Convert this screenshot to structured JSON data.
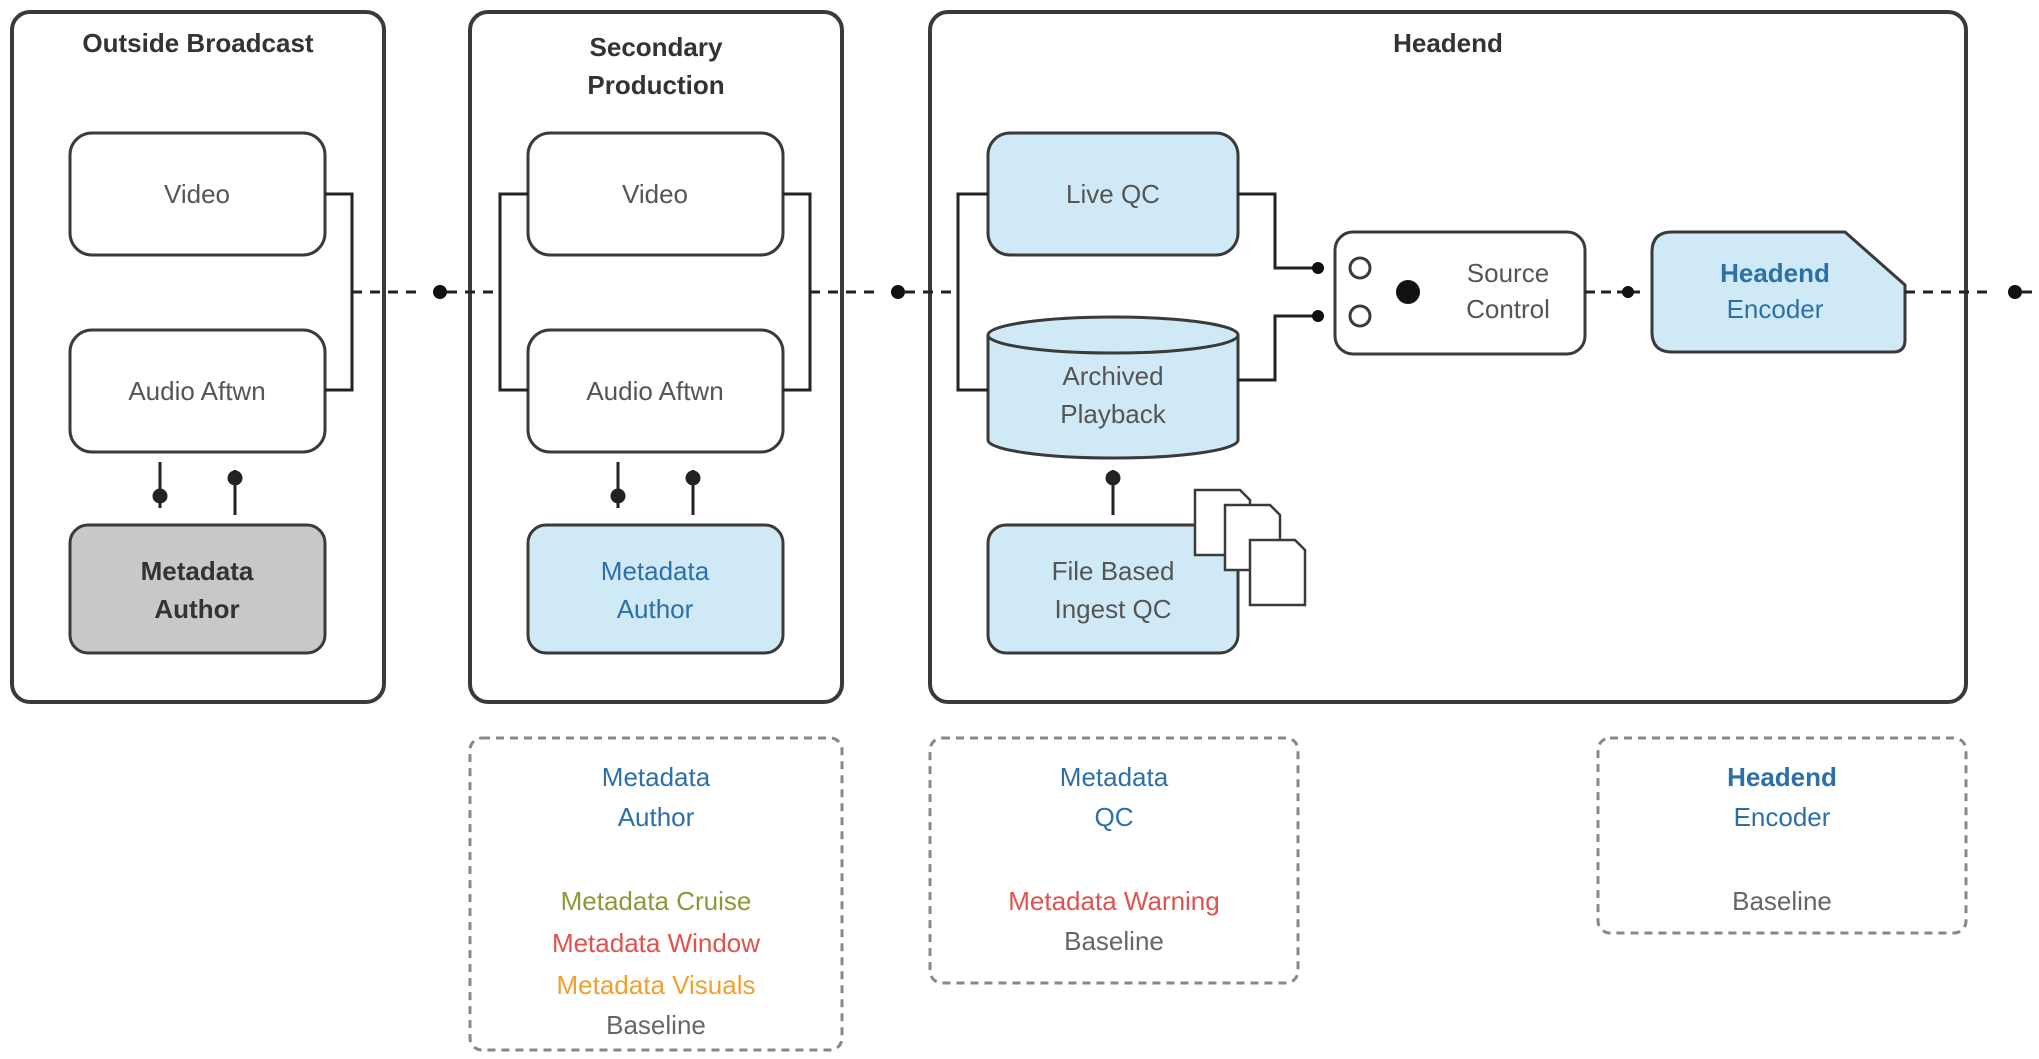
{
  "colors": {
    "frame": "#3a3a3a",
    "node_white": "#ffffff",
    "node_blue": "#cfeaf6",
    "node_gray": "#c8c8c8",
    "text_blue": "#2d6fa8",
    "text_green": "#8a9a3a",
    "text_red": "#e0524c",
    "text_orange": "#f0a030",
    "text_gray": "#666666"
  },
  "groups": {
    "outside_broadcast": {
      "title": "Outside Broadcast"
    },
    "secondary_production": {
      "title_line1": "Secondary",
      "title_line2": "Production"
    },
    "headend": {
      "title": "Headend"
    }
  },
  "nodes": {
    "ob_video": "Video",
    "ob_audio": "Audio Aftwn",
    "ob_metadata": {
      "line1": "Metadata",
      "line2": "Author"
    },
    "sp_video": "Video",
    "sp_audio": "Audio Aftwn",
    "sp_metadata": {
      "line1": "Metadata",
      "line2": "Author"
    },
    "live_qc": "Live QC",
    "archived_playback": {
      "line1": "Archived",
      "line2": "Playback"
    },
    "file_based_ingest": {
      "line1": "File Based",
      "line2": "Ingest QC"
    },
    "source_control": {
      "line1": "Source",
      "line2": "Control"
    },
    "headend_encoder": {
      "line1": "Headend",
      "line2": "Encoder"
    }
  },
  "legend_boxes": {
    "metadata_author": {
      "title_line1": "Metadata",
      "title_line2": "Author",
      "items": [
        "Metadata Cruise",
        "Metadata Window",
        "Metadata Visuals",
        "Baseline"
      ]
    },
    "metadata_qc": {
      "title_line1": "Metadata",
      "title_line2": "QC",
      "items": [
        "Metadata Warning",
        "Baseline"
      ]
    },
    "headend_encoder": {
      "title_line1": "Headend",
      "title_line2": "Encoder",
      "items": [
        "Baseline"
      ]
    }
  }
}
